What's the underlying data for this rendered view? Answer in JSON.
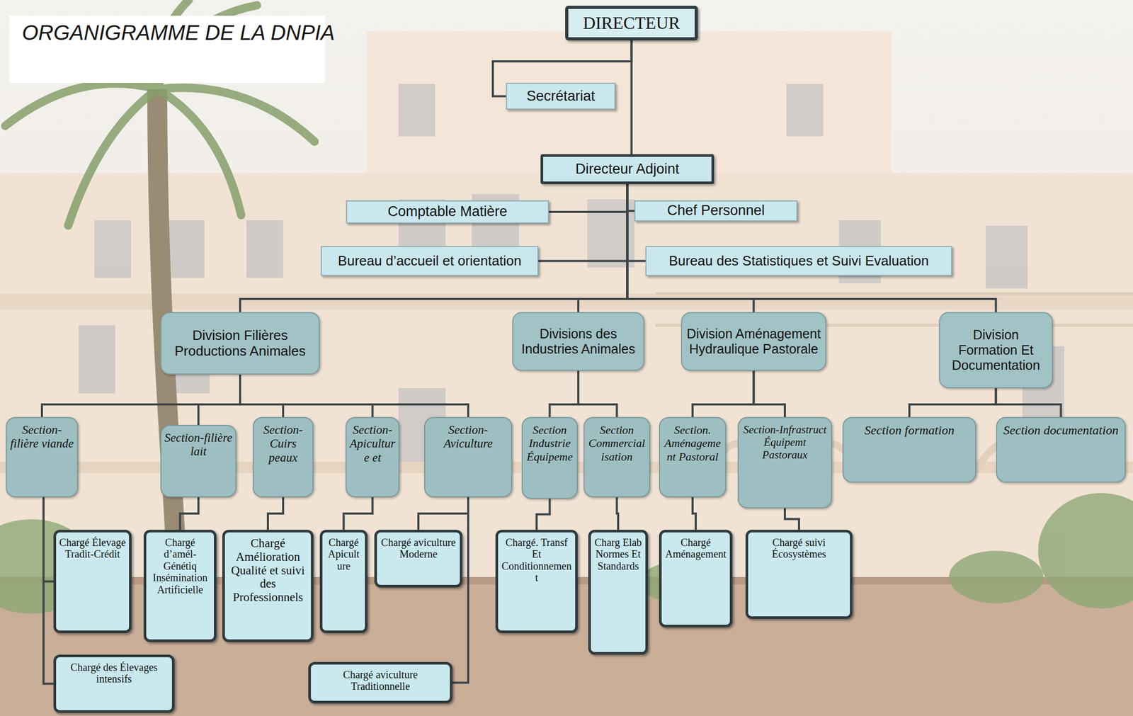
{
  "diagram": {
    "title": "ORGANIGRAMME DE LA DNPIA",
    "nodes": [
      {
        "text": [
          "DIRECTEUR"
        ]
      },
      {
        "text": [
          "Secrétariat"
        ]
      },
      {
        "text": [
          "Directeur Adjoint"
        ]
      },
      {
        "text": [
          "Comptable Matière"
        ]
      },
      {
        "text": [
          "Chef Personnel"
        ]
      },
      {
        "text": [
          "Bureau d’accueil et orientation"
        ]
      },
      {
        "text": [
          "Bureau des Statistiques et Suivi Evaluation"
        ]
      },
      {
        "text": [
          "Division Filières Productions Animales"
        ]
      },
      {
        "text": [
          "Divisions des Industries Animales"
        ]
      },
      {
        "text": [
          "Division Aménagement Hydraulique Pastorale"
        ]
      },
      {
        "text": [
          "Division Formation Et Documentation"
        ]
      },
      {
        "text": [
          "Section-filière viande"
        ]
      },
      {
        "text": [
          "Section-filière lait"
        ]
      },
      {
        "text": [
          "Section-Cuirs peaux"
        ]
      },
      {
        "text": [
          "Section-Apiculture et"
        ]
      },
      {
        "text": [
          "Section-Aviculture"
        ]
      },
      {
        "text": [
          "Section Industrie Équipeme"
        ]
      },
      {
        "text": [
          "Section Commercialisation"
        ]
      },
      {
        "text": [
          "Section. Aménagement Pastoral"
        ]
      },
      {
        "text": [
          "Section-Infrastruct Équipemt Pastoraux"
        ]
      },
      {
        "text": [
          "Section formation"
        ]
      },
      {
        "text": [
          "Section documentation"
        ]
      },
      {
        "text": [
          "Chargé Élevage Tradit-Crédit"
        ]
      },
      {
        "text": [
          "Chargé des Élevages intensifs"
        ]
      },
      {
        "text": [
          "Chargé d’amél-Génétiq Insémination Artificielle"
        ]
      },
      {
        "text": [
          "Chargé Amélioration Qualité et suivi des Professionnels"
        ]
      },
      {
        "text": [
          "Chargé Apiculture"
        ]
      },
      {
        "text": [
          "Chargé aviculture Moderne"
        ]
      },
      {
        "text": [
          "Chargé aviculture Traditionnelle"
        ]
      },
      {
        "text": [
          "Chargé. Transf Et Conditionnement"
        ]
      },
      {
        "text": [
          "Charg Elab Normes Et Standards"
        ]
      },
      {
        "text": [
          "Chargé Aménagement"
        ]
      },
      {
        "text": [
          "Chargé suivi Écosystèmes"
        ]
      }
    ],
    "edges": [
      {
        "from": 0,
        "to": 1,
        "arrow": "none"
      },
      {
        "from": 0,
        "to": 2,
        "arrow": "none"
      },
      {
        "from": 2,
        "to": 3,
        "arrow": "none"
      },
      {
        "from": 2,
        "to": 4,
        "arrow": "none"
      },
      {
        "from": 2,
        "to": 5,
        "arrow": "none"
      },
      {
        "from": 2,
        "to": 6,
        "arrow": "none"
      },
      {
        "from": 2,
        "to": 7,
        "arrow": "none"
      },
      {
        "from": 2,
        "to": 8,
        "arrow": "none"
      },
      {
        "from": 2,
        "to": 9,
        "arrow": "none"
      },
      {
        "from": 2,
        "to": 10,
        "arrow": "none"
      },
      {
        "from": 7,
        "to": 11,
        "arrow": "none"
      },
      {
        "from": 7,
        "to": 12,
        "arrow": "none"
      },
      {
        "from": 7,
        "to": 13,
        "arrow": "none"
      },
      {
        "from": 7,
        "to": 14,
        "arrow": "none"
      },
      {
        "from": 7,
        "to": 15,
        "arrow": "none"
      },
      {
        "from": 8,
        "to": 16,
        "arrow": "none"
      },
      {
        "from": 8,
        "to": 17,
        "arrow": "none"
      },
      {
        "from": 9,
        "to": 18,
        "arrow": "none"
      },
      {
        "from": 9,
        "to": 19,
        "arrow": "none"
      },
      {
        "from": 10,
        "to": 20,
        "arrow": "none"
      },
      {
        "from": 10,
        "to": 21,
        "arrow": "none"
      },
      {
        "from": 11,
        "to": 22,
        "arrow": "none"
      },
      {
        "from": 11,
        "to": 23,
        "arrow": "none"
      },
      {
        "from": 12,
        "to": 24,
        "arrow": "none"
      },
      {
        "from": 13,
        "to": 25,
        "arrow": "none"
      },
      {
        "from": 14,
        "to": 26,
        "arrow": "none"
      },
      {
        "from": 15,
        "to": 27,
        "arrow": "none"
      },
      {
        "from": 15,
        "to": 28,
        "arrow": "none"
      },
      {
        "from": 16,
        "to": 29,
        "arrow": "none"
      },
      {
        "from": 17,
        "to": 30,
        "arrow": "none"
      },
      {
        "from": 18,
        "to": 31,
        "arrow": "none"
      },
      {
        "from": 19,
        "to": 32,
        "arrow": "none"
      }
    ]
  }
}
